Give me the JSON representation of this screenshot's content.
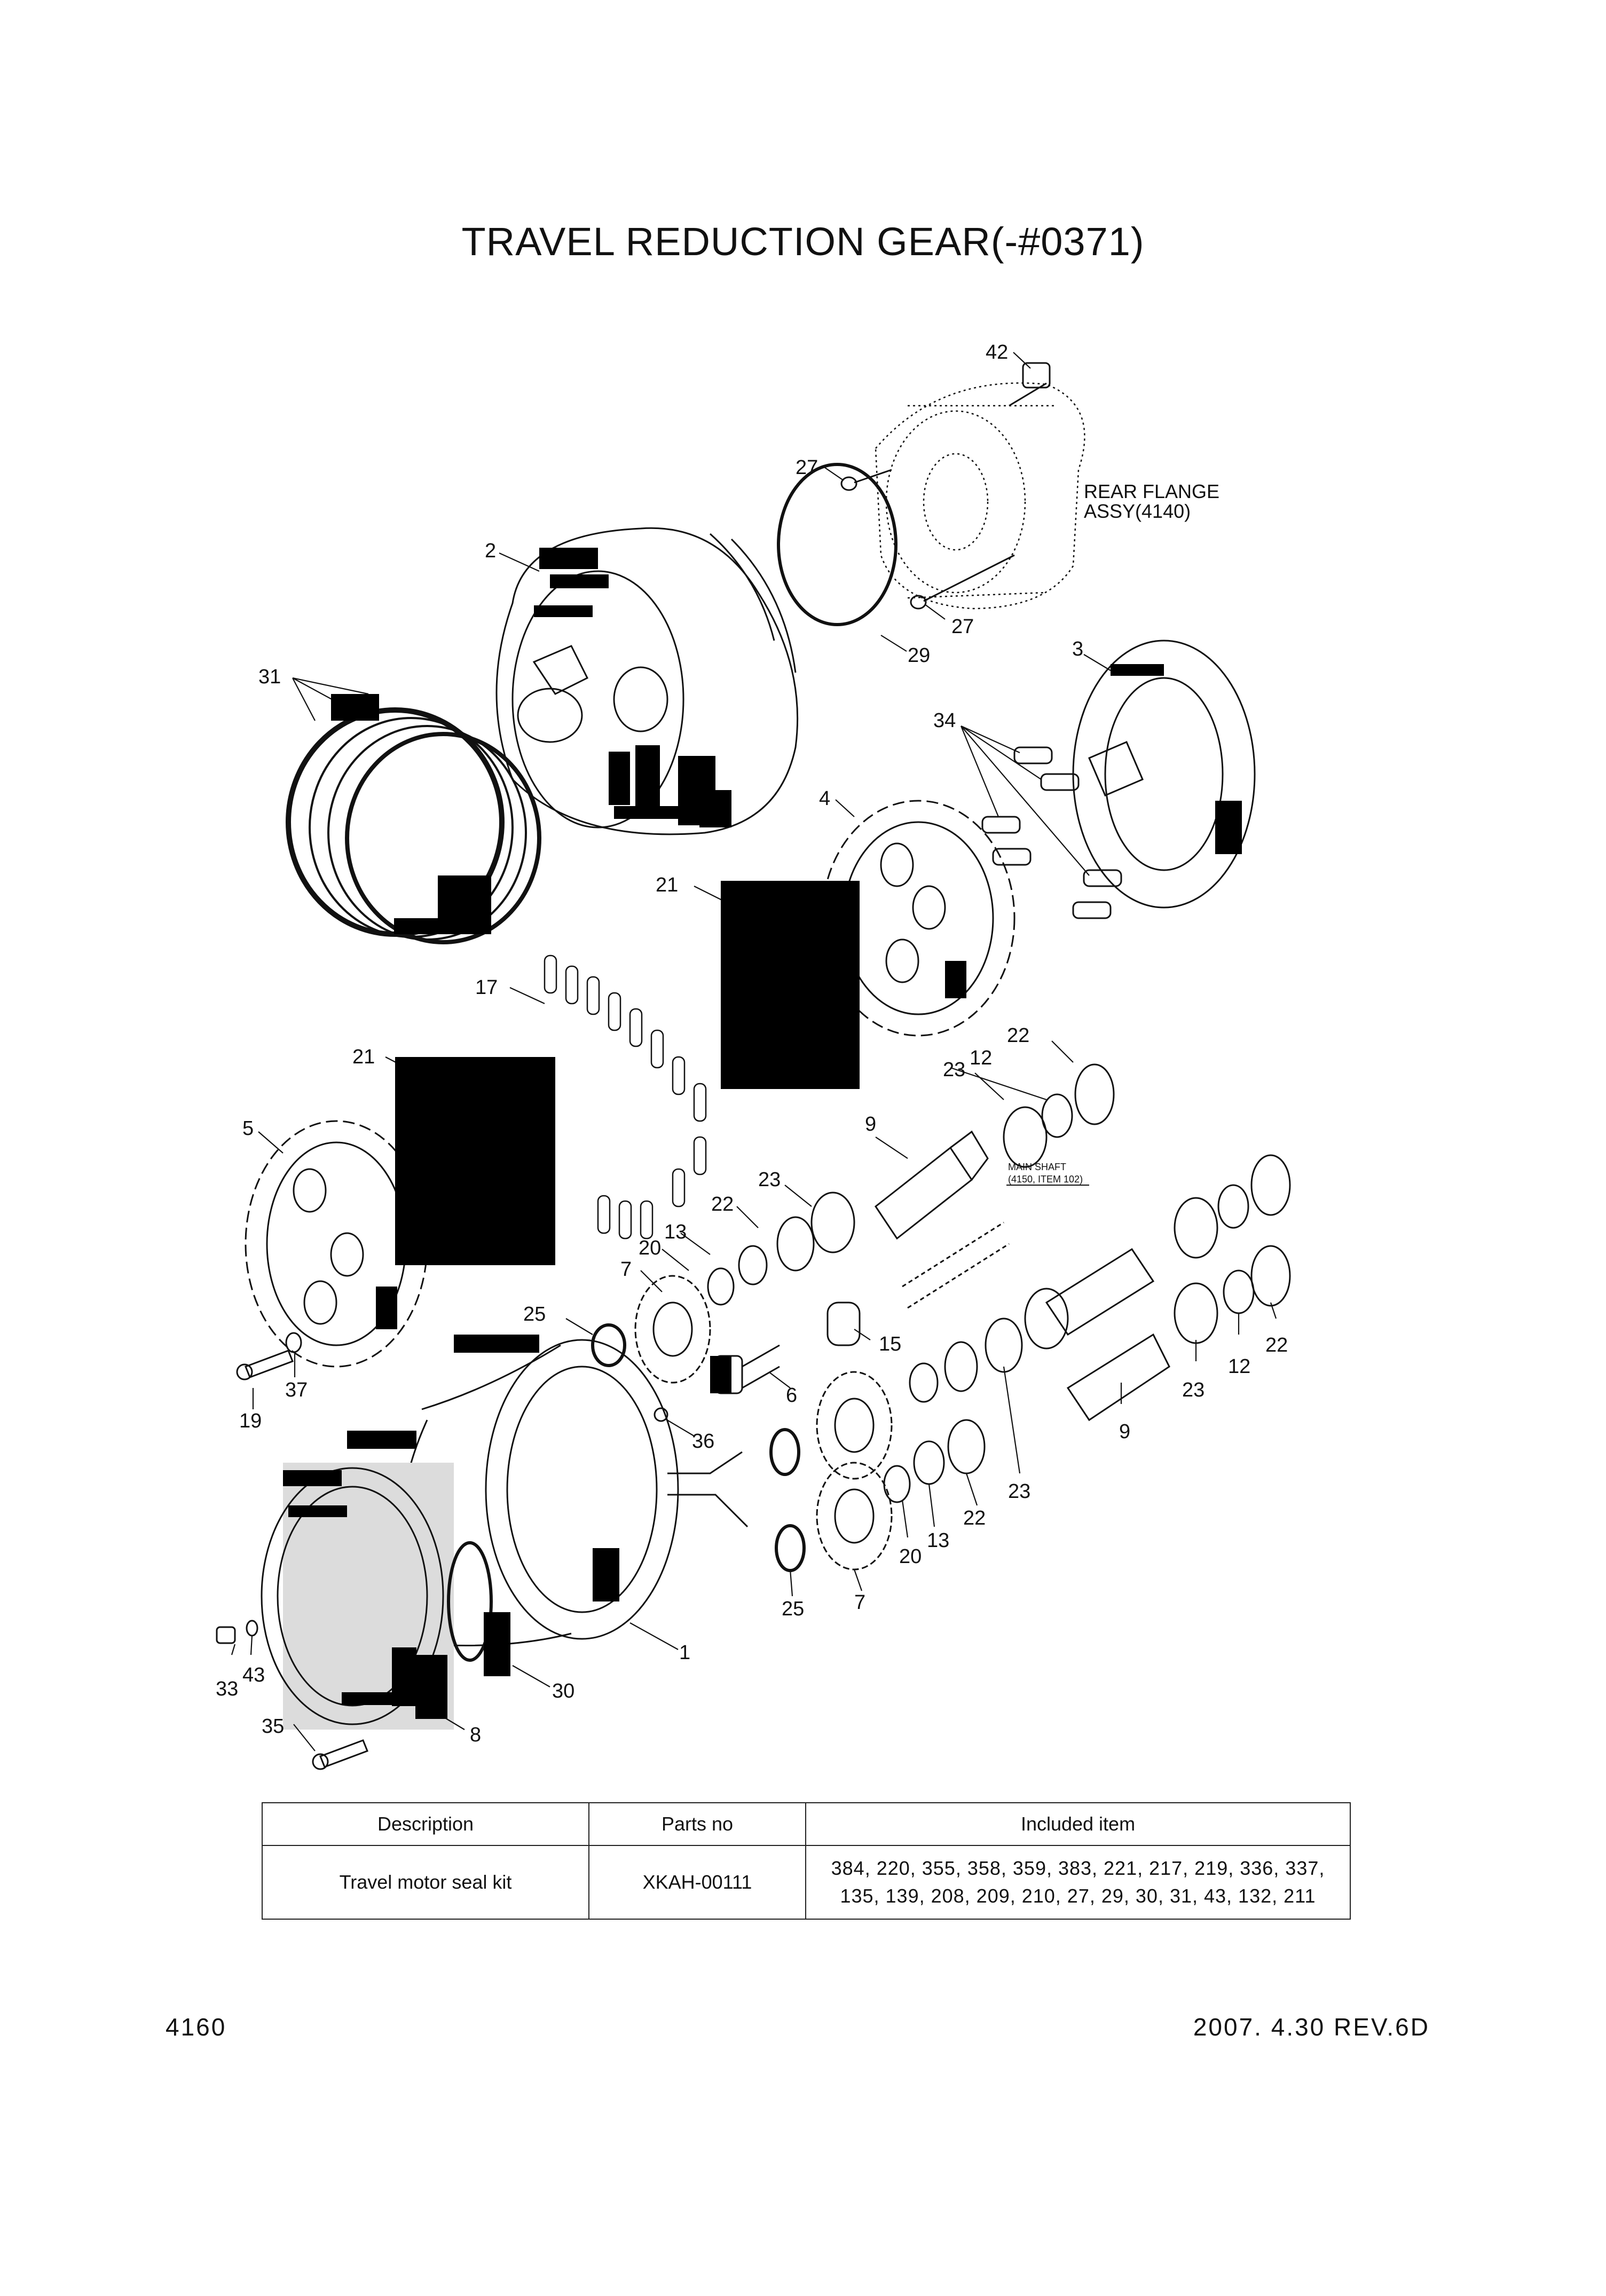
{
  "title": "TRAVEL REDUCTION GEAR(-#0371)",
  "notes": {
    "rear_flange": [
      "REAR FLANGE",
      "ASSY(4140)"
    ],
    "main_shaft": [
      "MAIN SHAFT",
      "(4150, ITEM 102)"
    ]
  },
  "callouts": [
    "42",
    "27",
    "27",
    "29",
    "2",
    "31",
    "3",
    "34",
    "4",
    "21",
    "17",
    "21",
    "22",
    "23",
    "12",
    "5",
    "9",
    "23",
    "22",
    "13",
    "20",
    "7",
    "15",
    "25",
    "19",
    "37",
    "6",
    "36",
    "1",
    "30",
    "8",
    "33",
    "43",
    "35",
    "25",
    "7",
    "20",
    "13",
    "22",
    "23",
    "9",
    "23",
    "12",
    "22"
  ],
  "kit_table": {
    "headers": {
      "description": "Description",
      "parts_no": "Parts no",
      "included": "Included item"
    },
    "rows": [
      {
        "description": "Travel motor seal kit",
        "parts_no": "XKAH-00111",
        "included_line1": "384, 220, 355, 358, 359, 383, 221, 217, 219, 336, 337,",
        "included_line2": "135, 139, 208, 209, 210, 27, 29, 30, 31, 43, 132, 211"
      }
    ]
  },
  "footer": {
    "page_number": "4160",
    "date_revision": "2007. 4.30  REV.6D"
  }
}
